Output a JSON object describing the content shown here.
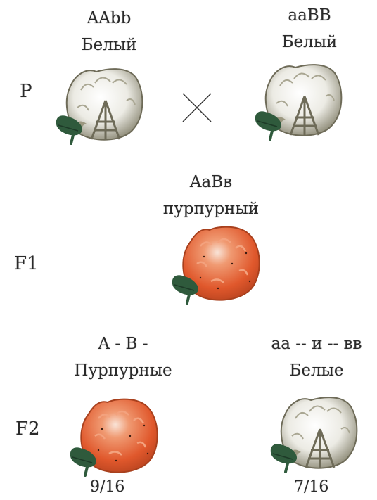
{
  "generations": {
    "p": "P",
    "f1": "F1",
    "f2": "F2"
  },
  "parents": {
    "left": {
      "genotype": "AAbb",
      "color": "Белый"
    },
    "right": {
      "genotype": "aaBB",
      "color": "Белый"
    }
  },
  "f1": {
    "genotype": "AaBв",
    "color": "пурпурный"
  },
  "f2": {
    "left": {
      "genotype": "A - B -",
      "color": "Пурпурные",
      "ratio": "9/16"
    },
    "right": {
      "genotype": "aa -- и -- вв",
      "color": "Белые",
      "ratio": "7/16"
    }
  },
  "colors": {
    "white_fruit": "#f2f2ee",
    "white_fruit_shade": "#7d7a68",
    "purple_fruit": "#e0582c",
    "purple_fruit_light": "#f5b79c",
    "leaf": "#2f5a3c"
  }
}
